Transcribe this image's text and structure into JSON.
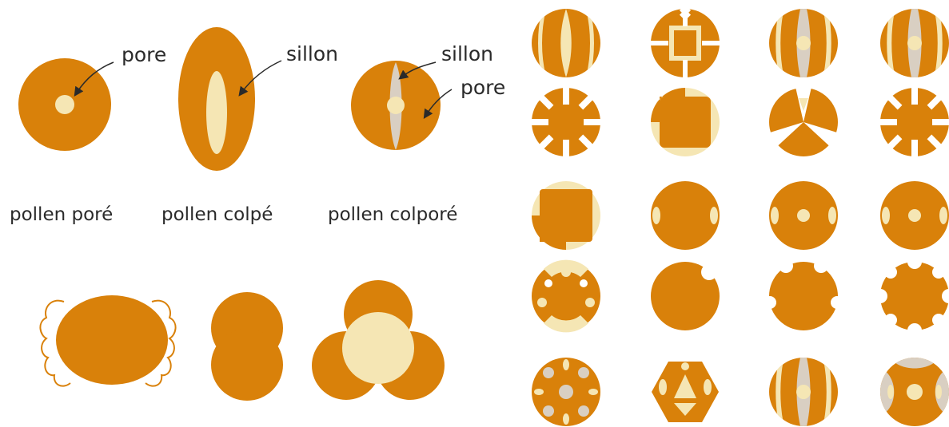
{
  "colors": {
    "grain": "#D9810A",
    "aperture": "#F5E6B4",
    "furrow_grey": "#D9CFC2",
    "background": "#FFFFFF",
    "text": "#2A2A2A"
  },
  "icons": {
    "pointer": "curved-arrow-icon"
  },
  "labels": {
    "pore_1": "pore",
    "sillon_1": "sillon",
    "sillon_2": "sillon",
    "pore_2": "pore"
  },
  "captions": {
    "porate": "pollen poré",
    "colpate": "pollen colpé",
    "colporate": "pollen colporé"
  }
}
